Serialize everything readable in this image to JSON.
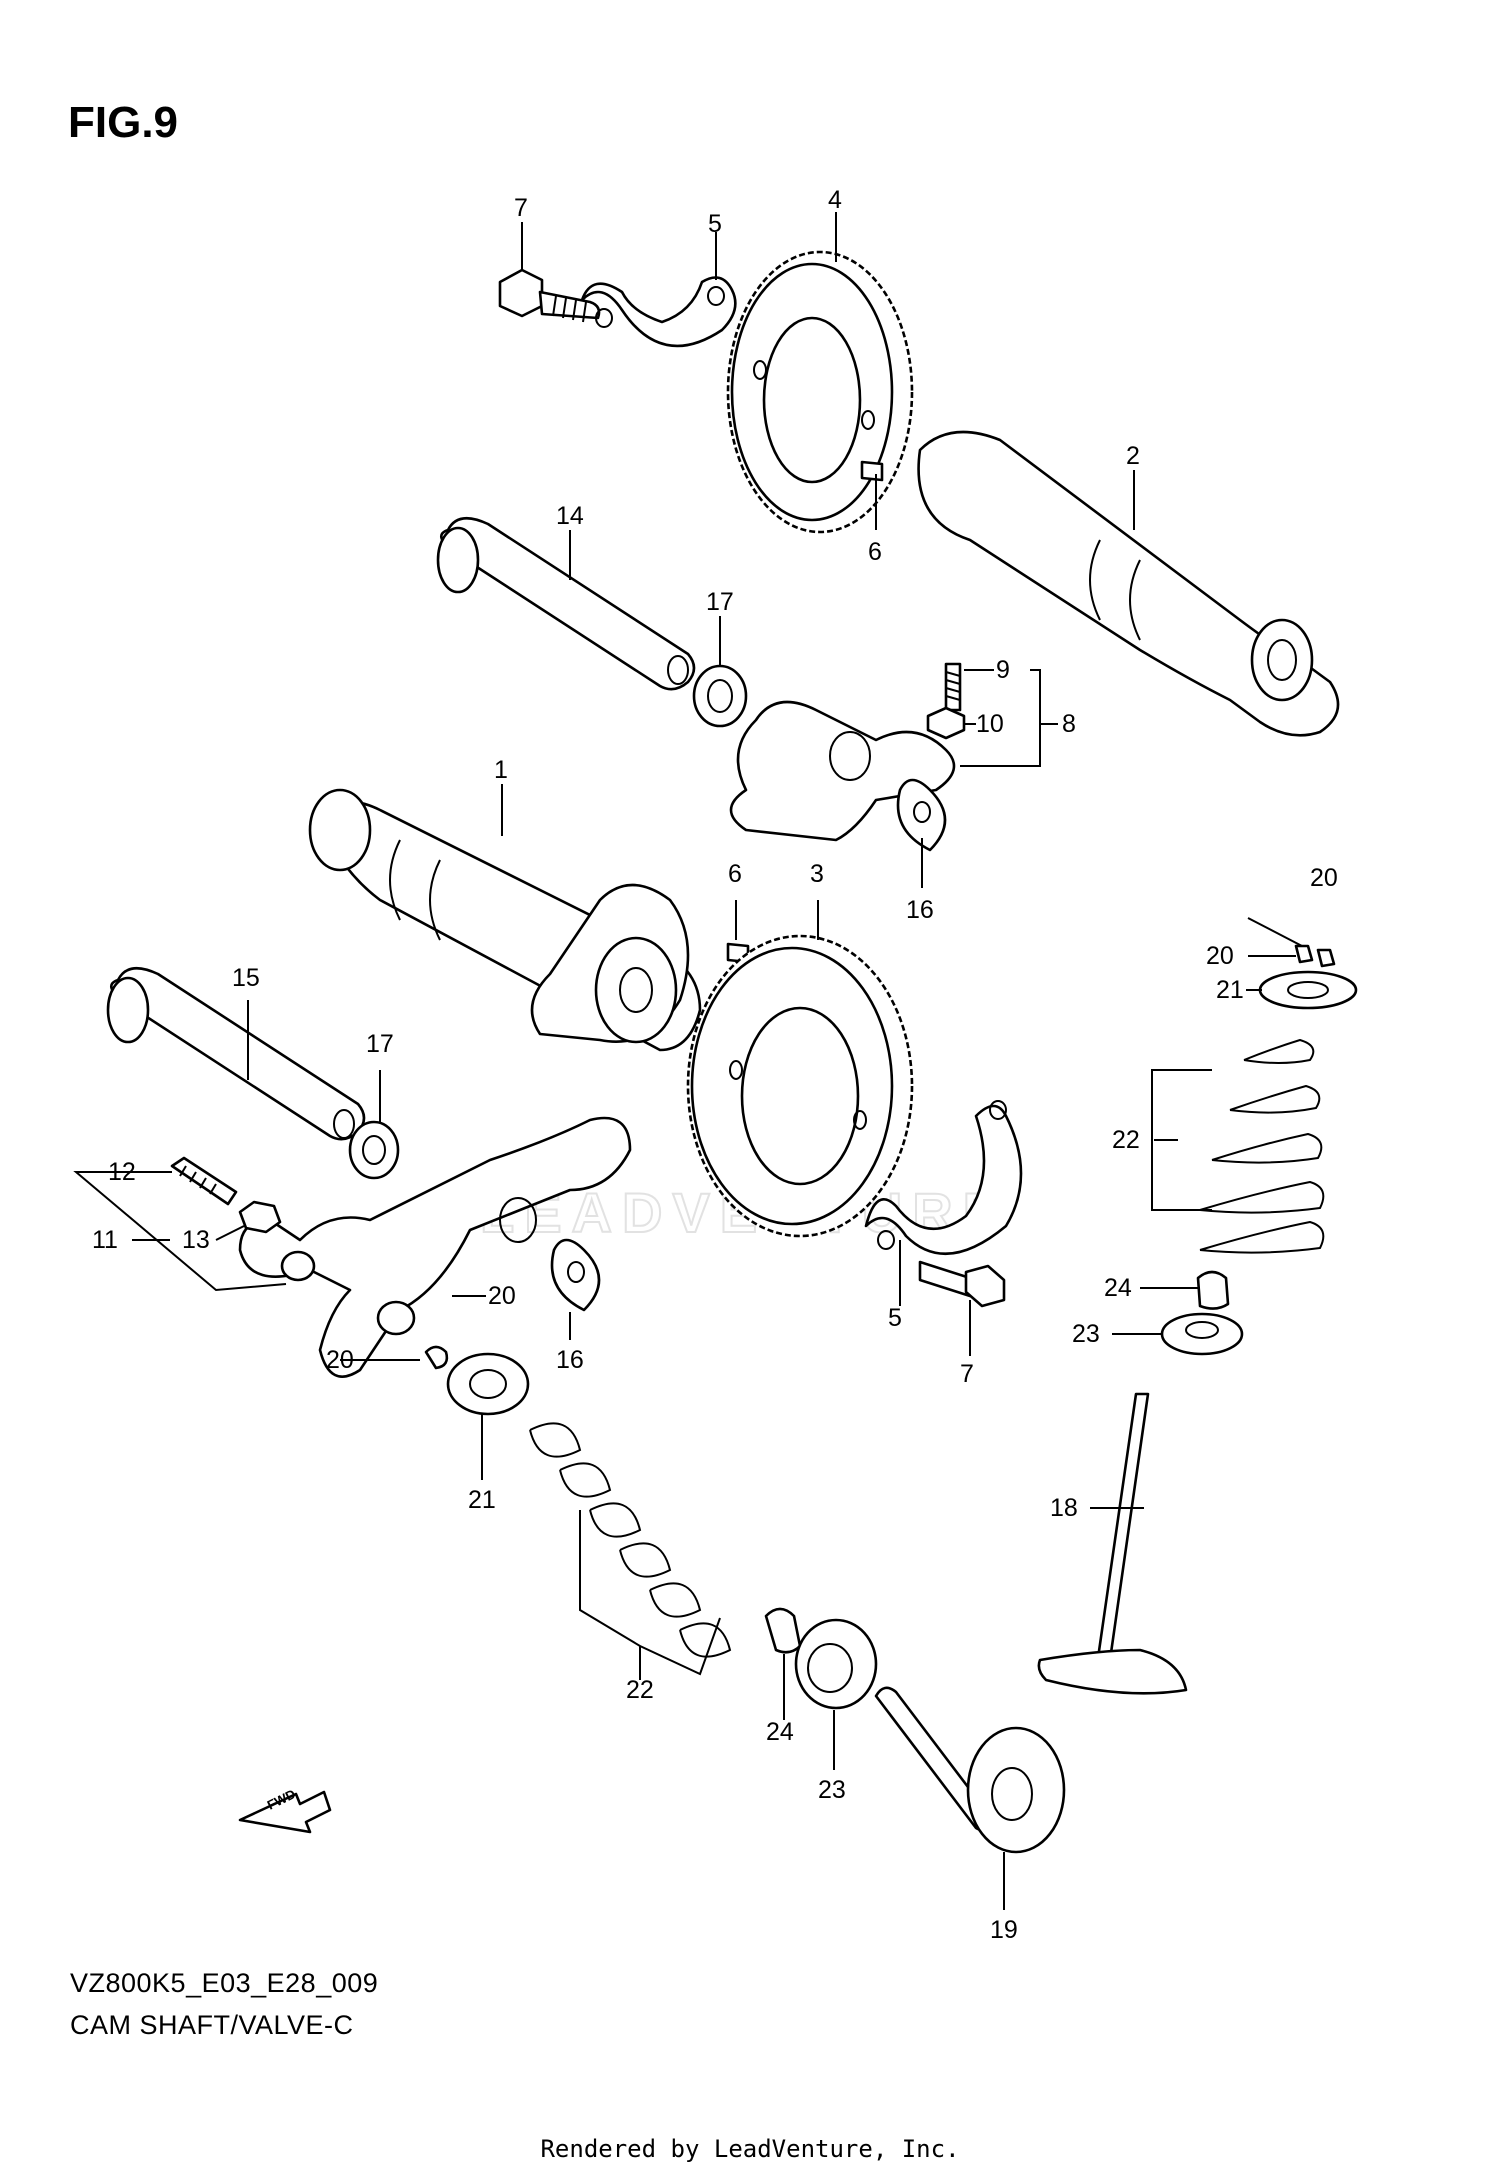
{
  "figure": {
    "title": "FIG.9",
    "model_code": "VZ800K5_E03_E28_009",
    "section_name": "CAM SHAFT/VALVE-C",
    "rendered_by": "Rendered by LeadVenture, Inc.",
    "watermark": "LEADVENTURE",
    "fwd_label": "FWD"
  },
  "callouts": [
    {
      "id": "c7a",
      "label": "7"
    },
    {
      "id": "c5a",
      "label": "5"
    },
    {
      "id": "c4",
      "label": "4"
    },
    {
      "id": "c2",
      "label": "2"
    },
    {
      "id": "c6a",
      "label": "6"
    },
    {
      "id": "c14",
      "label": "14"
    },
    {
      "id": "c17a",
      "label": "17"
    },
    {
      "id": "c9",
      "label": "9"
    },
    {
      "id": "c10",
      "label": "10"
    },
    {
      "id": "c8",
      "label": "8"
    },
    {
      "id": "c16a",
      "label": "16"
    },
    {
      "id": "c1",
      "label": "1"
    },
    {
      "id": "c6b",
      "label": "6"
    },
    {
      "id": "c3",
      "label": "3"
    },
    {
      "id": "c15",
      "label": "15"
    },
    {
      "id": "c17b",
      "label": "17"
    },
    {
      "id": "c12",
      "label": "12"
    },
    {
      "id": "c11",
      "label": "11"
    },
    {
      "id": "c13",
      "label": "13"
    },
    {
      "id": "c20a",
      "label": "20"
    },
    {
      "id": "c20b",
      "label": "20"
    },
    {
      "id": "c16b",
      "label": "16"
    },
    {
      "id": "c5b",
      "label": "5"
    },
    {
      "id": "c7b",
      "label": "7"
    },
    {
      "id": "c21a",
      "label": "21"
    },
    {
      "id": "c22a",
      "label": "22"
    },
    {
      "id": "c24a",
      "label": "24"
    },
    {
      "id": "c23a",
      "label": "23"
    },
    {
      "id": "c19",
      "label": "19"
    },
    {
      "id": "c20c",
      "label": "20"
    },
    {
      "id": "c20d",
      "label": "20"
    },
    {
      "id": "c21b",
      "label": "21"
    },
    {
      "id": "c22b",
      "label": "22"
    },
    {
      "id": "c24b",
      "label": "24"
    },
    {
      "id": "c23b",
      "label": "23"
    },
    {
      "id": "c18",
      "label": "18"
    }
  ]
}
